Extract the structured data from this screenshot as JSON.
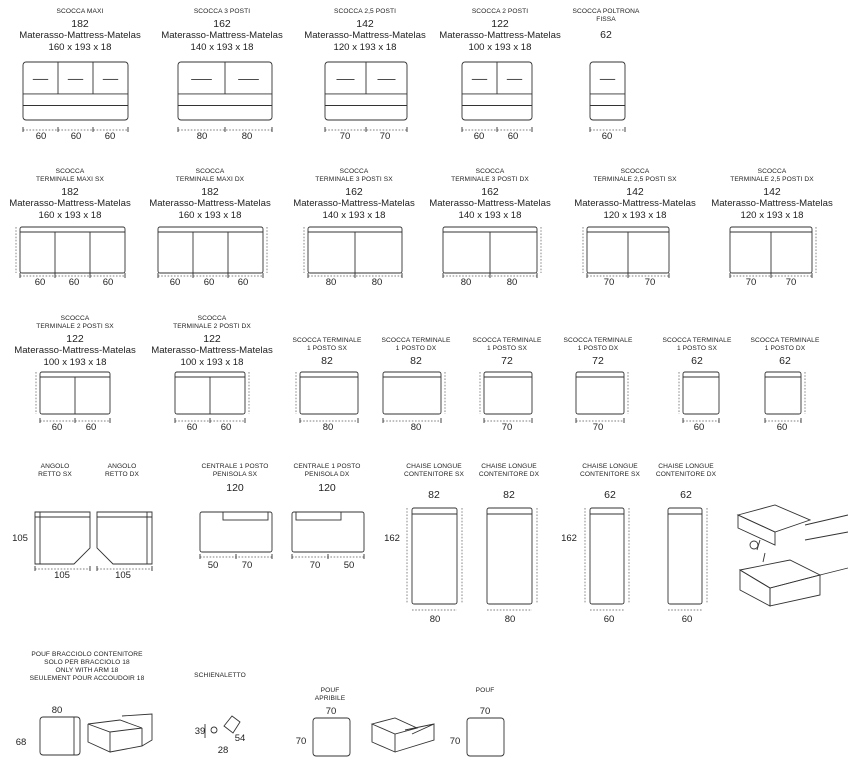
{
  "sheet": {
    "row1": [
      {
        "name": "SCOCCA MAXI",
        "width": "182",
        "mattress_label": "Materasso-Mattress-Matelas",
        "mattress_size": "160 x 193 x 18",
        "seats": [
          "60",
          "60",
          "60"
        ]
      },
      {
        "name": "SCOCCA 3 POSTI",
        "width": "162",
        "mattress_label": "Materasso-Mattress-Matelas",
        "mattress_size": "140 x 193 x 18",
        "seats": [
          "80",
          "80"
        ]
      },
      {
        "name": "SCOCCA 2,5 POSTI",
        "width": "142",
        "mattress_label": "Materasso-Mattress-Matelas",
        "mattress_size": "120 x 193 x 18",
        "seats": [
          "70",
          "70"
        ]
      },
      {
        "name": "SCOCCA 2 POSTI",
        "width": "122",
        "mattress_label": "Materasso-Mattress-Matelas",
        "mattress_size": "100 x 193 x 18",
        "seats": [
          "60",
          "60"
        ]
      },
      {
        "name": "SCOCCA POLTRONA\nFISSA",
        "width": "62",
        "seats": [
          "60"
        ]
      }
    ],
    "row2": [
      {
        "name": "SCOCCA\nTERMINALE MAXI SX",
        "width": "182",
        "mattress_label": "Materasso-Mattress-Matelas",
        "mattress_size": "160 x 193 x 18",
        "seats": [
          "60",
          "60",
          "60"
        ]
      },
      {
        "name": "SCOCCA\nTERMINALE MAXI DX",
        "width": "182",
        "mattress_label": "Materasso-Mattress-Matelas",
        "mattress_size": "160 x 193 x 18",
        "seats": [
          "60",
          "60",
          "60"
        ]
      },
      {
        "name": "SCOCCA\nTERMINALE 3 POSTI SX",
        "width": "162",
        "mattress_label": "Materasso-Mattress-Matelas",
        "mattress_size": "140 x 193 x 18",
        "seats": [
          "80",
          "80"
        ]
      },
      {
        "name": "SCOCCA\nTERMINALE 3 POSTI DX",
        "width": "162",
        "mattress_label": "Materasso-Mattress-Matelas",
        "mattress_size": "140 x 193 x 18",
        "seats": [
          "80",
          "80"
        ]
      },
      {
        "name": "SCOCCA\nTERMINALE 2,5 POSTI SX",
        "width": "142",
        "mattress_label": "Materasso-Mattress-Matelas",
        "mattress_size": "120 x 193 x 18",
        "seats": [
          "70",
          "70"
        ]
      },
      {
        "name": "SCOCCA\nTERMINALE 2,5 POSTI DX",
        "width": "142",
        "mattress_label": "Materasso-Mattress-Matelas",
        "mattress_size": "120 x 193 x 18",
        "seats": [
          "70",
          "70"
        ]
      }
    ],
    "row3": [
      {
        "name": "SCOCCA\nTERMINALE 2 POSTI SX",
        "width": "122",
        "mattress_label": "Materasso-Mattress-Matelas",
        "mattress_size": "100 x 193 x 18",
        "seats": [
          "60",
          "60"
        ]
      },
      {
        "name": "SCOCCA\nTERMINALE 2 POSTI DX",
        "width": "122",
        "mattress_label": "Materasso-Mattress-Matelas",
        "mattress_size": "100 x 193 x 18",
        "seats": [
          "60",
          "60"
        ]
      },
      {
        "name": "SCOCCA TERMINALE\n1 POSTO SX",
        "width": "82",
        "seats": [
          "80"
        ]
      },
      {
        "name": "SCOCCA TERMINALE\n1 POSTO DX",
        "width": "82",
        "seats": [
          "80"
        ]
      },
      {
        "name": "SCOCCA TERMINALE\n1 POSTO SX",
        "width": "72",
        "seats": [
          "70"
        ]
      },
      {
        "name": "SCOCCA TERMINALE\n1 POSTO DX",
        "width": "72",
        "seats": [
          "70"
        ]
      },
      {
        "name": "SCOCCA TERMINALE\n1 POSTO SX",
        "width": "62",
        "seats": [
          "60"
        ]
      },
      {
        "name": "SCOCCA TERMINALE\n1 POSTO DX",
        "width": "62",
        "seats": [
          "60"
        ]
      }
    ],
    "row4": {
      "angolo_sx": {
        "name": "ANGOLO\nRETTO SX"
      },
      "angolo_dx": {
        "name": "ANGOLO\nRETTO DX"
      },
      "angolo_depth": "105",
      "angolo_sx_width": "105",
      "angolo_dx_width": "105",
      "centrale_sx": {
        "name": "CENTRALE 1 POSTO\nPENISOLA SX",
        "width": "120",
        "seats": [
          "50",
          "70"
        ]
      },
      "centrale_dx": {
        "name": "CENTRALE 1 POSTO\nPENISOLA DX",
        "width": "120",
        "seats": [
          "70",
          "50"
        ]
      },
      "chaise": [
        {
          "name": "CHAISE LONGUE\nCONTENITORE SX",
          "width": "82",
          "bottom": "80"
        },
        {
          "name": "CHAISE LONGUE\nCONTENITORE DX",
          "width": "82",
          "bottom": "80"
        },
        {
          "name": "CHAISE LONGUE\nCONTENITORE SX",
          "width": "62",
          "bottom": "60"
        },
        {
          "name": "CHAISE LONGUE\nCONTENITORE DX",
          "width": "62",
          "bottom": "60"
        }
      ],
      "chaise_depth_a": "162",
      "chaise_depth_b": "162"
    },
    "row5": {
      "pouf_bracciolo": {
        "name": "POUF BRACCIOLO CONTENITORE\nSOLO PER BRACCIOLO 18\nONLY WITH ARM 18\nSEULEMENT POUR ACCOUDOIR 18",
        "width": "80",
        "depth": "68"
      },
      "schienaletto": {
        "name": "SCHIENALETTO",
        "height": "39",
        "depth": "54",
        "width": "28"
      },
      "pouf_apribile": {
        "name": "POUF\nAPRIBILE",
        "width": "70",
        "depth": "70"
      },
      "pouf": {
        "name": "POUF",
        "width": "70",
        "depth": "70"
      }
    }
  }
}
